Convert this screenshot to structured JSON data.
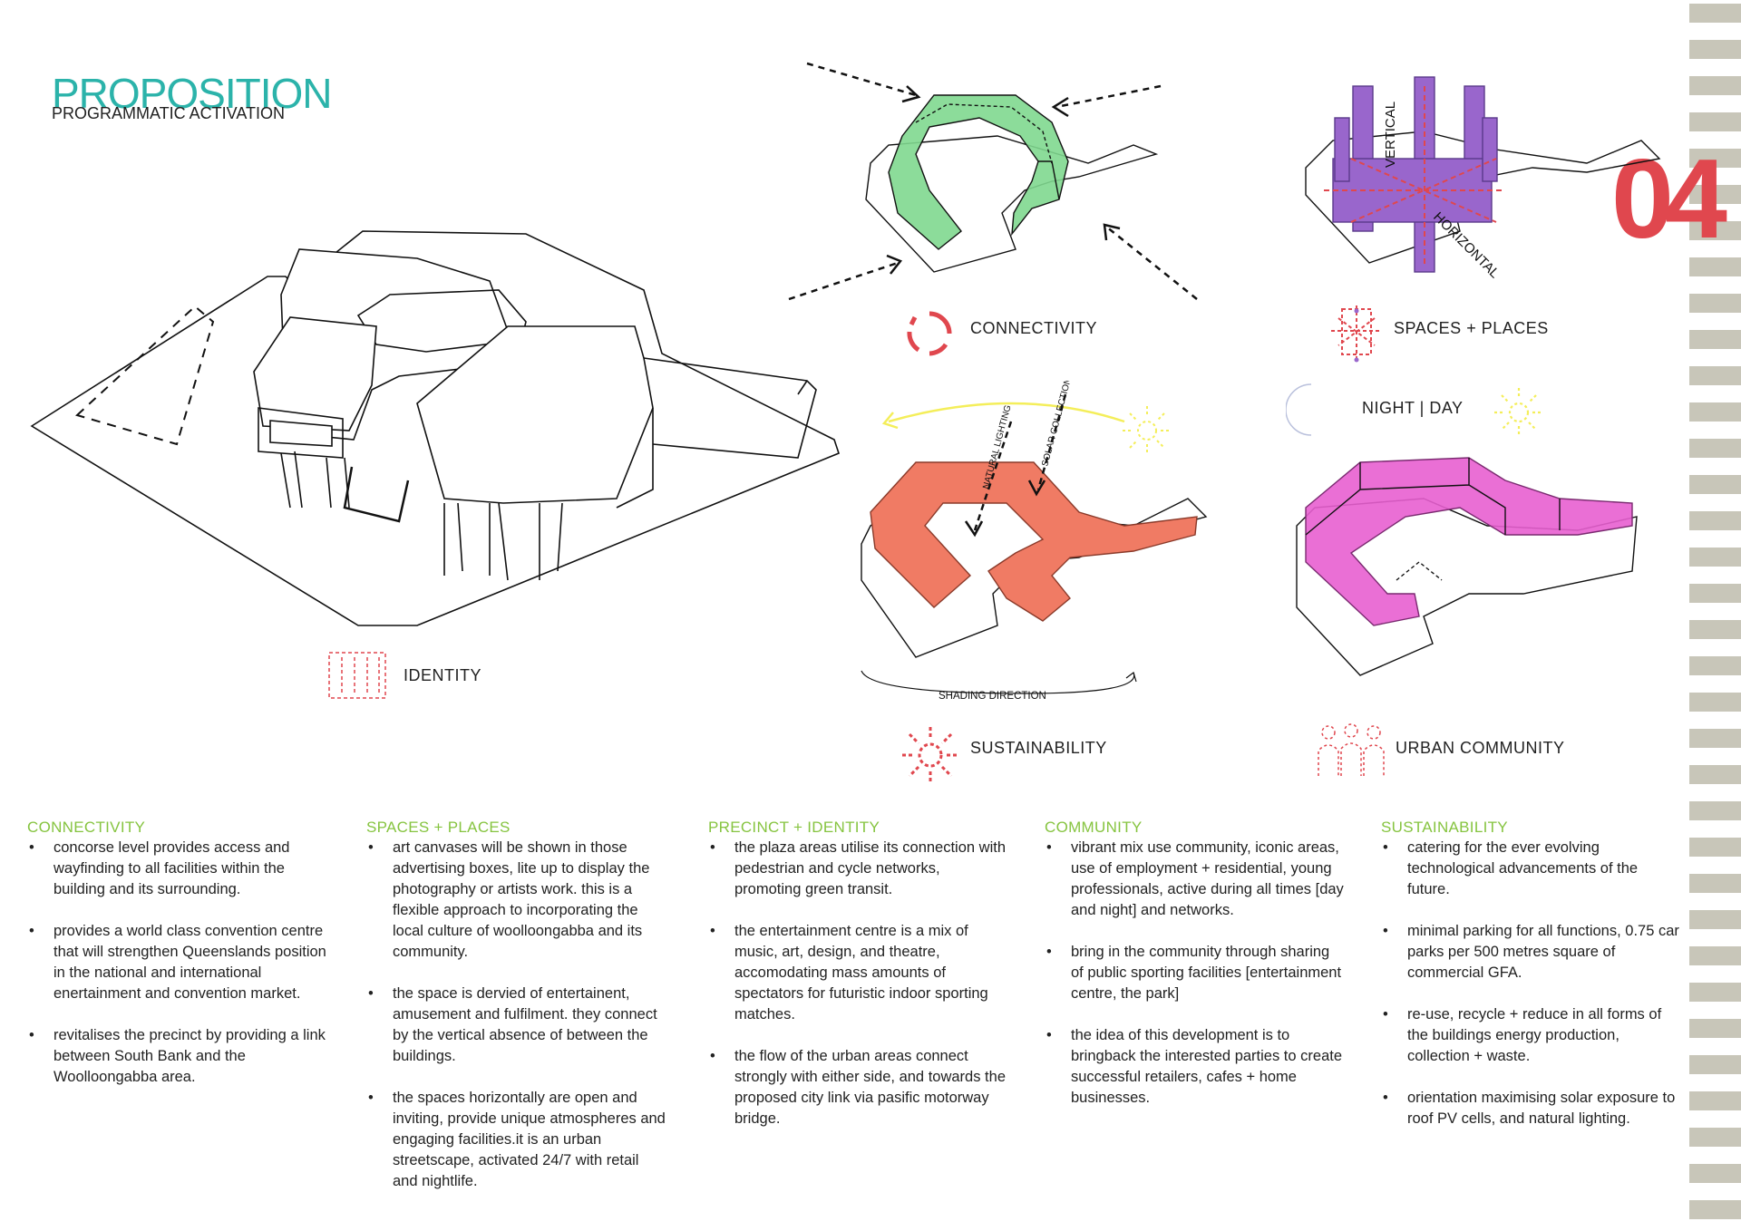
{
  "header": {
    "title": "PROPOSITION",
    "subtitle": "PROGRAMMATIC ACTIVATION"
  },
  "page_number": "04",
  "colors": {
    "teal": "#2bb3aa",
    "green_heading": "#86c440",
    "red": "#e0474e",
    "connectivity_green": "#7fd88f",
    "spaces_purple": "#9966cc",
    "sustain_salmon": "#f07b64",
    "night_pink": "#e85fd0",
    "stripe_grey": "#c8c6b9"
  },
  "diagrams": {
    "identity_label": "IDENTITY",
    "connectivity_label": "CONNECTIVITY",
    "spaces_label": "SPACES + PLACES",
    "sustainability_label": "SUSTAINABILITY",
    "urban_label": "URBAN COMMUNITY",
    "night_day_label": "NIGHT | DAY",
    "vertical_label": "VERTICAL",
    "horizontal_label": "HORIZONTAL",
    "natural_lighting_label": "NATURAL LIGHTING",
    "solar_collection_label": "SOLAR COLLECTION",
    "shading_direction_label": "SHADING DIRECTION"
  },
  "columns": [
    {
      "heading": "CONNECTIVITY",
      "items": [
        "concorse level provides access and wayfinding to all facilities within the building and its surrounding.",
        "provides a world class convention centre that will strengthen Queenslands position in the national and international enertainment and convention market.",
        "revitalises the precinct by providing a link between South Bank and the Woolloongabba area."
      ]
    },
    {
      "heading": "SPACES + PLACES",
      "items": [
        "art canvases will be shown in those advertising boxes, lite up to display the photography or artists work. this is a flexible approach to incorporating the local culture of woolloongabba and its community.",
        "the space is dervied of entertainent, amusement and fulfilment. they connect by the vertical absence of between the buildings.",
        "the spaces horizontally are open and inviting, provide unique atmospheres and engaging facilities.it is an urban streetscape, activated 24/7  with retail and nightlife."
      ]
    },
    {
      "heading": "PRECINCT + IDENTITY",
      "items": [
        "the plaza areas utilise its connection with pedestrian and cycle networks, promoting green transit.",
        "the entertainment centre is a mix of music, art, design, and theatre, accomodating mass amounts of spectators for futuristic indoor sporting matches.",
        "the flow of the urban areas connect strongly with either side, and towards the proposed city link via pasific motorway bridge."
      ]
    },
    {
      "heading": "COMMUNITY",
      "items": [
        "vibrant mix use community, iconic areas, use of employment + residential,  young professionals, active during all times [day and night] and networks.",
        "bring in the community through sharing of public sporting facilities [entertainment centre, the park]",
        "the idea of this development is to bringback the interested parties to create successful retailers, cafes + home businesses."
      ]
    },
    {
      "heading": "SUSTAINABILITY",
      "items": [
        "catering for the ever evolving technological advancements of the future.",
        "minimal parking for all functions, 0.75 car parks per 500 metres square of commercial GFA.",
        "re-use, recycle + reduce in all forms of the buildings energy production, collection + waste.",
        "orientation maximising solar exposure to roof PV cells, and natural lighting."
      ]
    }
  ]
}
